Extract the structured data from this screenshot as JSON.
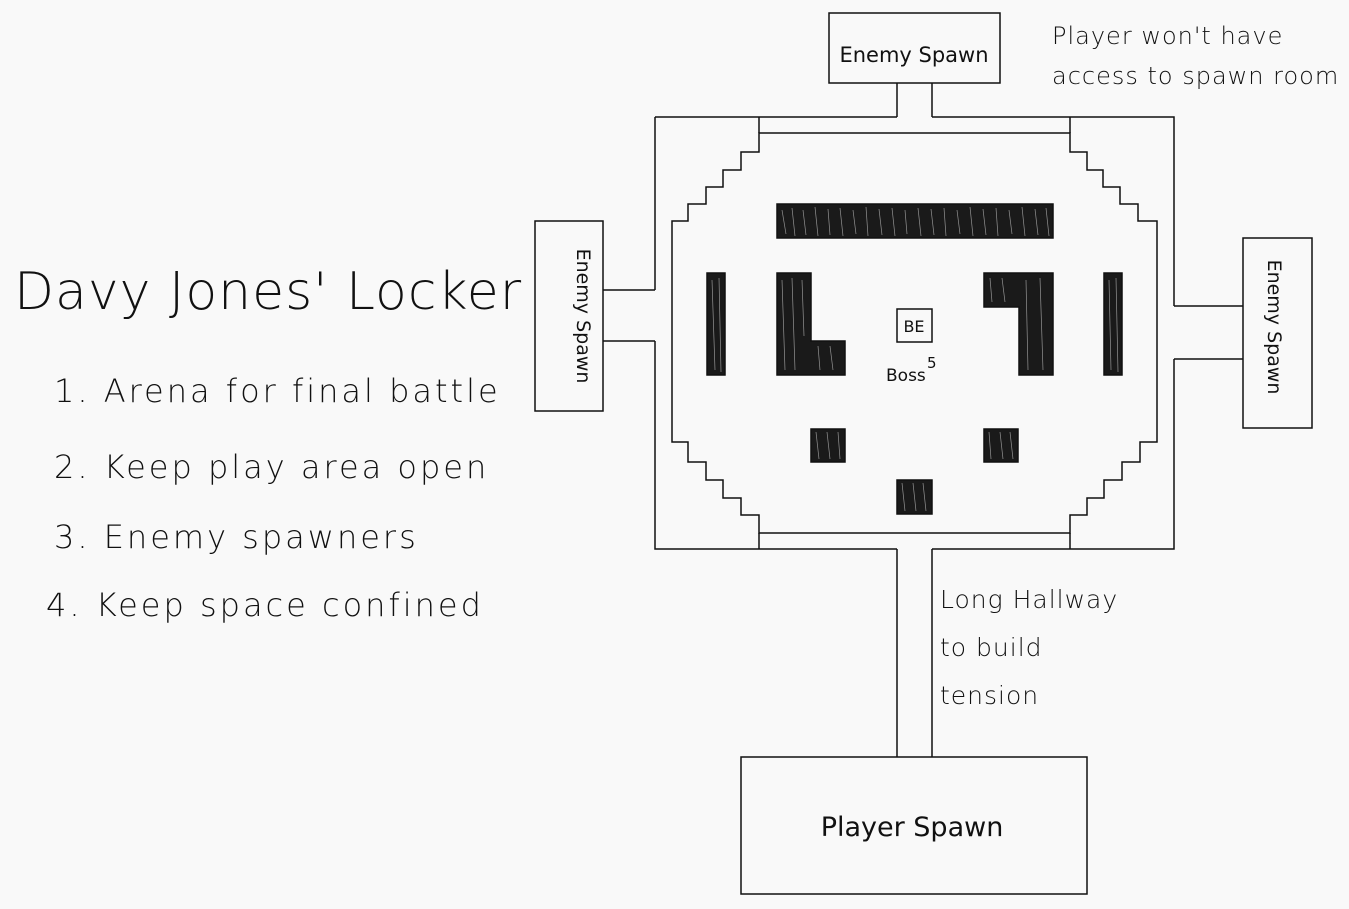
{
  "title": "Davy Jones' Locker",
  "goals": [
    "1. Arena for final battle",
    "2. Keep play area open",
    "3. Enemy spawners",
    "4. Keep space confined"
  ],
  "rooms": {
    "enemy_spawn_top": "Enemy Spawn",
    "enemy_spawn_left": "Enemy Spawn",
    "enemy_spawn_right": "Enemy Spawn",
    "player_spawn": "Player Spawn"
  },
  "boss": {
    "marker": "BE",
    "label": "Boss",
    "number": "5"
  },
  "notes": {
    "spawn_access": "Player won't have access to spawn room",
    "hallway": "Long Hallway to build tension"
  },
  "colors": {
    "ink": "#111111",
    "paper": "#f9f9f9"
  }
}
